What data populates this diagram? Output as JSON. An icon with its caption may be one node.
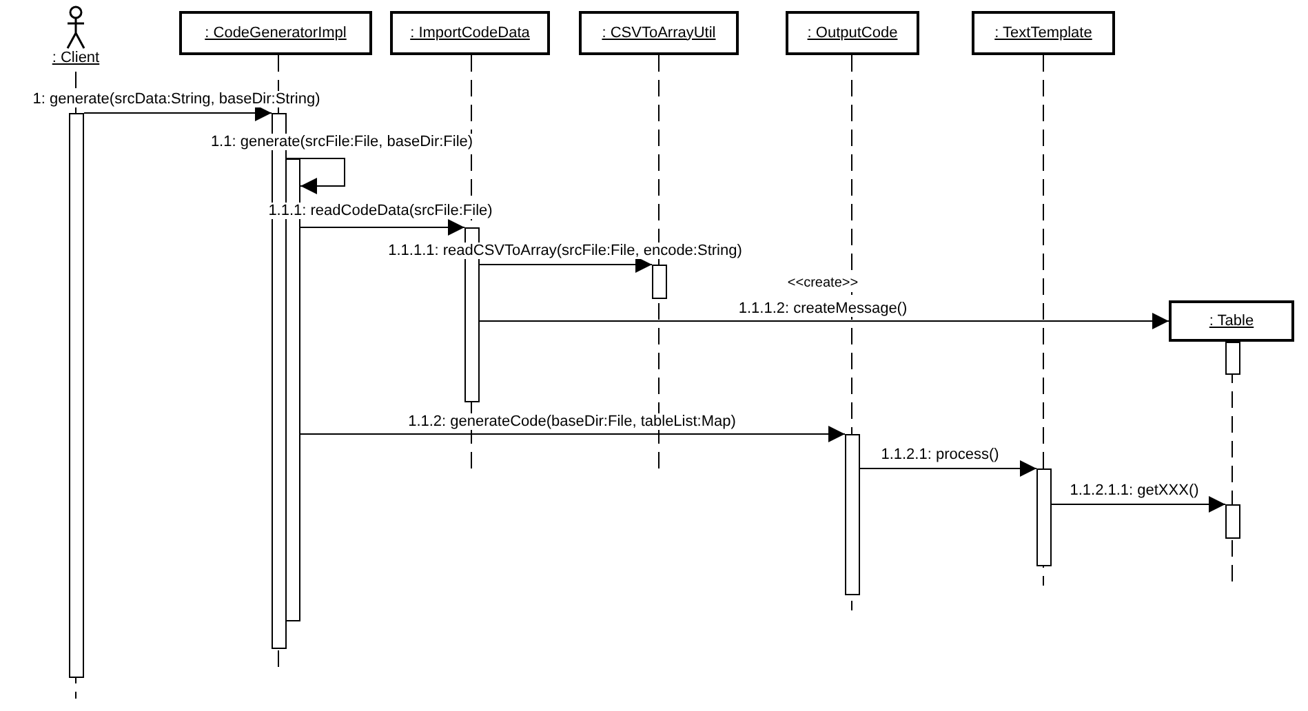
{
  "diagram": {
    "nodes": [
      {
        "text": [
          ": Client"
        ]
      },
      {
        "text": [
          ": CodeGeneratorImpl"
        ]
      },
      {
        "text": [
          ": ImportCodeData"
        ]
      },
      {
        "text": [
          ": CSVToArrayUtil"
        ]
      },
      {
        "text": [
          ": OutputCode"
        ]
      },
      {
        "text": [
          ": TextTemplate"
        ]
      },
      {
        "text": [
          ": Table"
        ]
      },
      {
        "text": [],
        "shape": "bar"
      },
      {
        "text": [],
        "shape": "bar"
      },
      {
        "text": [],
        "shape": "bar"
      },
      {
        "text": [],
        "shape": "bar"
      },
      {
        "text": [],
        "shape": "bar"
      },
      {
        "text": [],
        "shape": "bar"
      },
      {
        "text": [],
        "shape": "bar"
      },
      {
        "text": [],
        "shape": "bar"
      },
      {
        "text": [],
        "shape": "bar"
      }
    ],
    "edges": [
      {
        "from": 7,
        "to": 8,
        "arrow": "to",
        "label": "1: generate(srcData:String, baseDir:String)"
      },
      {
        "from": 8,
        "to": 9,
        "arrow": "to",
        "label": "1.1: generate(srcFile:File, baseDir:File)"
      },
      {
        "from": 9,
        "to": 10,
        "arrow": "to",
        "label": "1.1.1: readCodeData(srcFile:File)"
      },
      {
        "from": 10,
        "to": 11,
        "arrow": "to",
        "label": "1.1.1.1: readCSVToArray(srcFile:File, encode:String)"
      },
      {
        "from": 10,
        "to": 6,
        "arrow": "to",
        "label": "1.1.1.2: createMessage()"
      },
      {
        "from": 9,
        "to": 13,
        "arrow": "to",
        "label": "1.1.2: generateCode(baseDir:File, tableList:Map)"
      },
      {
        "from": 13,
        "to": 14,
        "arrow": "to",
        "label": "1.1.2.1: process()"
      },
      {
        "from": 14,
        "to": 15,
        "arrow": "to",
        "label": "1.1.2.1.1: getXXX()"
      }
    ],
    "labels": [
      "<<create>>"
    ]
  }
}
